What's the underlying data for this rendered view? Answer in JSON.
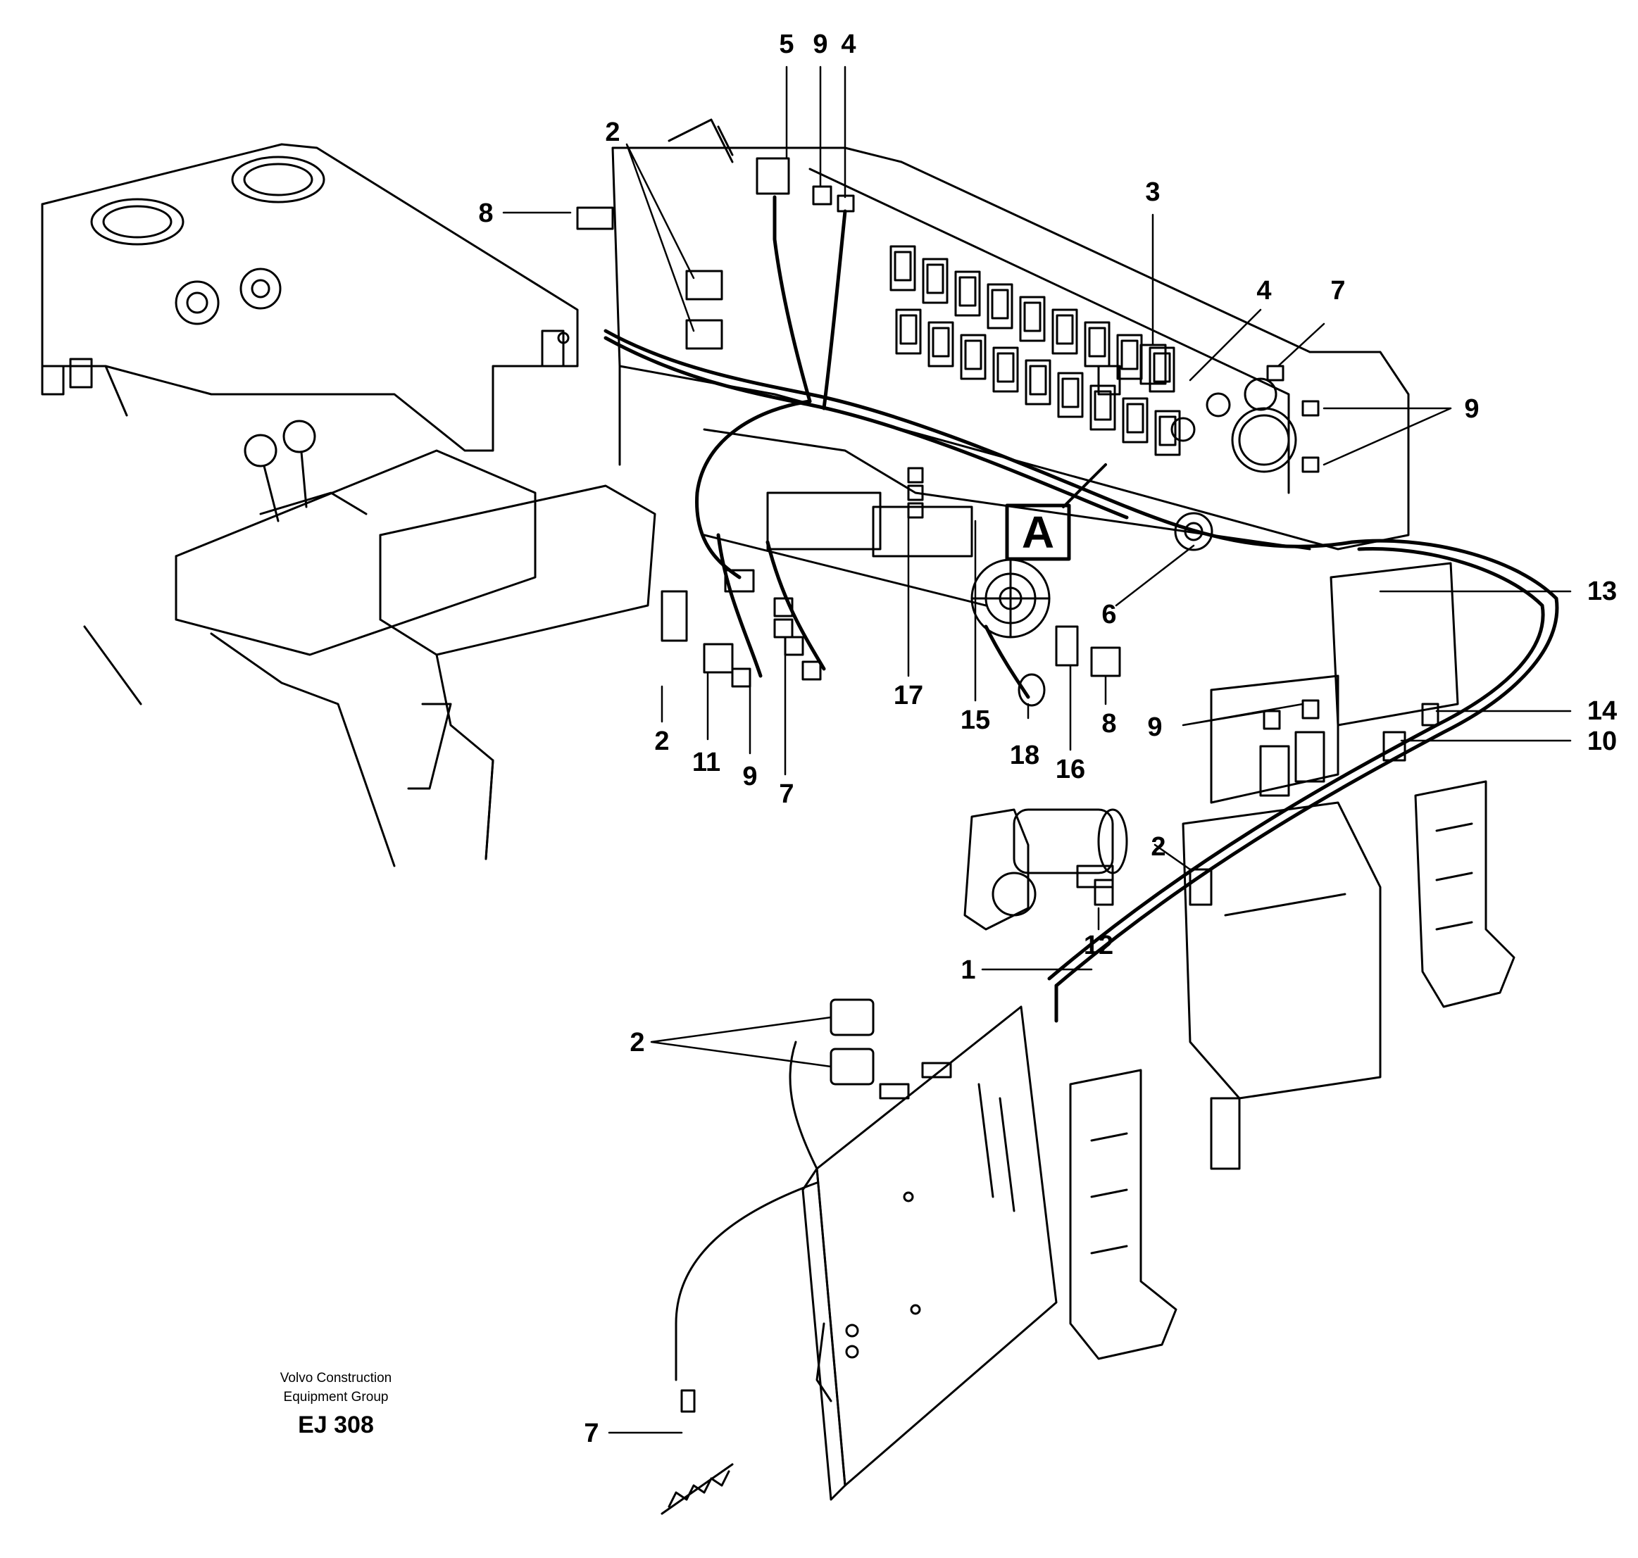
{
  "callouts": {
    "c1": "1",
    "c2a": "2",
    "c2b": "2",
    "c2c": "2",
    "c2d": "2",
    "c3": "3",
    "c4a": "4",
    "c4b": "4",
    "c5": "5",
    "c6": "6",
    "c7a": "7",
    "c7b": "7",
    "c7c": "7",
    "c8a": "8",
    "c8b": "8",
    "c9a": "9",
    "c9b": "9",
    "c9c": "9",
    "c9d": "9",
    "c10": "10",
    "c11": "11",
    "c12": "12",
    "c13": "13",
    "c14": "14",
    "c15": "15",
    "c16": "16",
    "c17": "17",
    "c18": "18"
  },
  "detail_label": "A",
  "footer": {
    "company_line1": "Volvo Construction",
    "company_line2": "Equipment Group",
    "drawing_code": "EJ 308"
  }
}
